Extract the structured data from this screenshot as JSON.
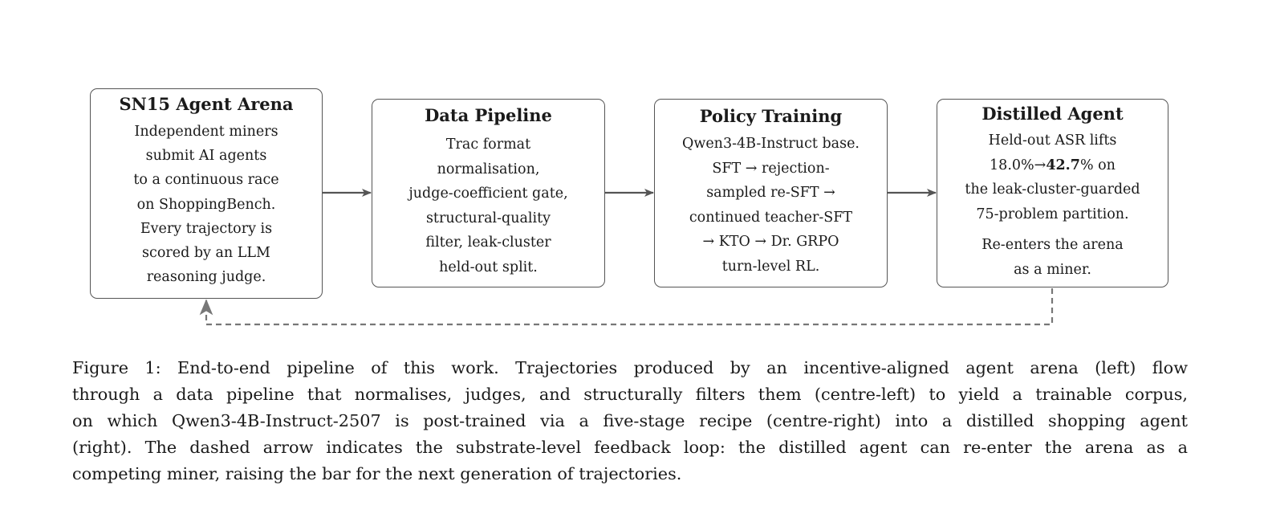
{
  "diagram": {
    "boxes": [
      {
        "title": "SN15 Agent Arena",
        "lines": [
          "Independent miners",
          "submit AI agents",
          "to a continuous race",
          "on ShoppingBench.",
          "Every trajectory is",
          "scored by an LLM",
          "reasoning judge."
        ]
      },
      {
        "title": "Data Pipeline",
        "lines": [
          "Trac format",
          "normalisation,",
          "judge-coefficient gate,",
          "structural-quality",
          "filter, leak-cluster",
          "held-out split."
        ]
      },
      {
        "title": "Policy Training",
        "lines": [
          "Qwen3-4B-Instruct base.",
          "SFT → rejection-",
          "sampled re-SFT →",
          "continued teacher-SFT",
          "→ KTO → Dr. GRPO",
          "turn-level RL."
        ]
      },
      {
        "title": "Distilled Agent",
        "line1": "Held-out ASR lifts",
        "line2_prefix": "18.0%→",
        "line2_bold": "42.7",
        "line2_suffix": "% on",
        "line3": "the leak-cluster-guarded",
        "line4": "75-problem partition.",
        "line5": "Re-enters the arena",
        "line6": "as a miner."
      }
    ]
  },
  "caption": {
    "lines": [
      "Figure 1: End-to-end pipeline of this work. Trajectories produced by an incentive-aligned agent arena (left) flow",
      "through a data pipeline that normalises, judges, and structurally filters them (centre-left) to yield a trainable corpus,",
      "on which Qwen3-4B-Instruct-2507 is post-trained via a five-stage recipe (centre-right) into a distilled shopping agent",
      "(right). The dashed arrow indicates the substrate-level feedback loop: the distilled agent can re-enter the arena as a",
      "competing miner, raising the bar for the next generation of trajectories."
    ]
  },
  "colors": {
    "arrow": "#555555",
    "feedback_arrow": "#777777",
    "box_border": "#555555",
    "text": "#1a1a1a"
  }
}
